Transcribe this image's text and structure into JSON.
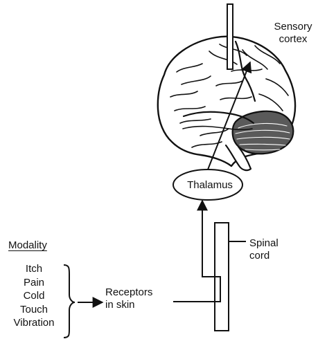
{
  "diagram": {
    "cortex_label": [
      "Sensory",
      "cortex"
    ],
    "thalamus_label": "Thalamus",
    "spinal_cord_label": [
      "Spinal",
      "cord"
    ],
    "receptors_label": [
      "Receptors",
      "in skin"
    ],
    "modality": {
      "heading": "Modality",
      "items": [
        "Itch",
        "Pain",
        "Cold",
        "Touch",
        "Vibration"
      ]
    },
    "stroke_color": "#111111",
    "background": "#ffffff",
    "icons": {
      "brain": "brain-illustration",
      "electrode": "recording-electrode",
      "arrow": "arrowhead"
    }
  }
}
